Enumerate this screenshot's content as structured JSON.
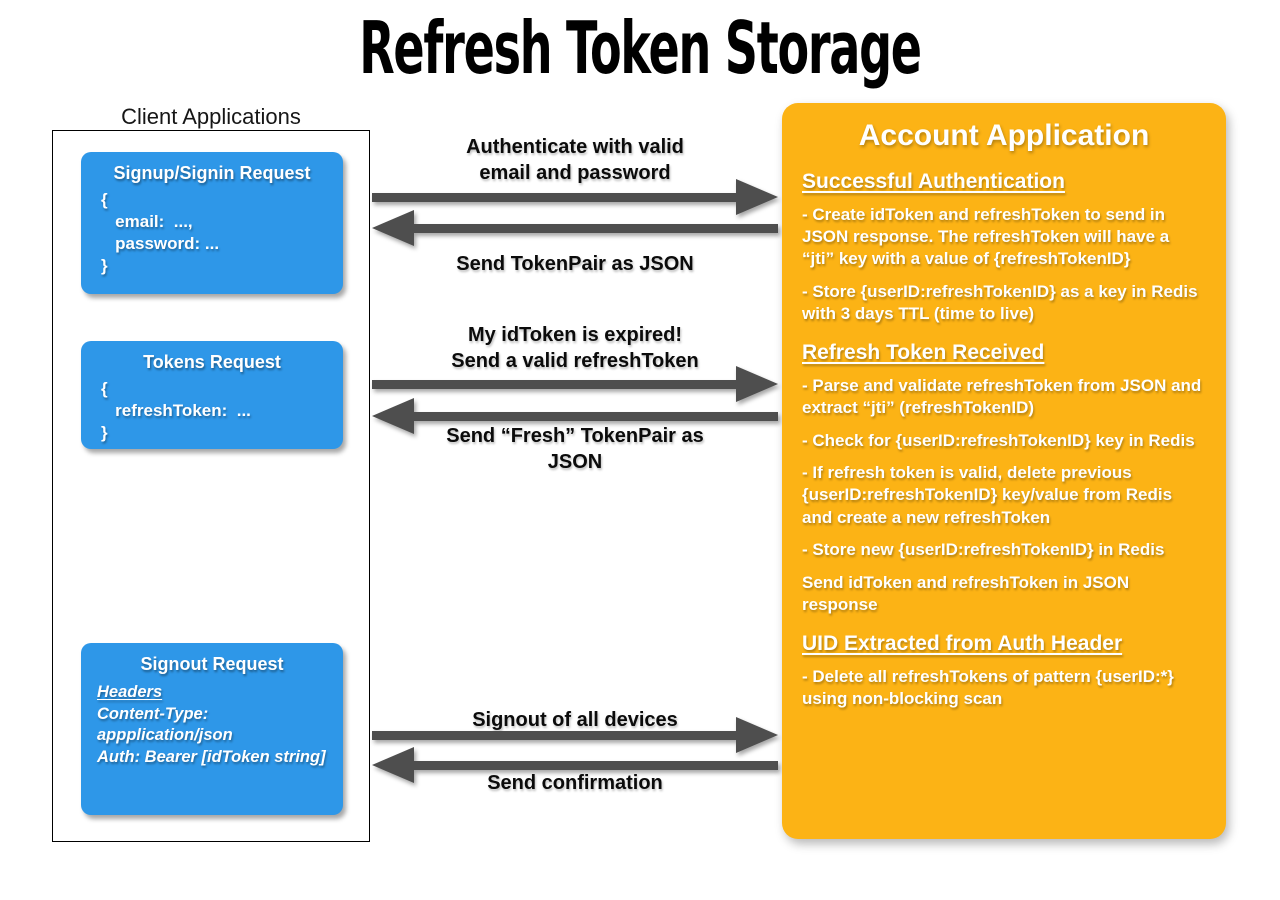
{
  "title": "Refresh Token Storage",
  "colors": {
    "client_box_blue": "#2E97E8",
    "account_panel_orange": "#FCB315",
    "arrow_gray": "#4E4E4E",
    "text_light": "#FFFFFF",
    "text_dark": "#000000"
  },
  "client": {
    "label": "Client Applications",
    "boxes": [
      {
        "title": "Signup/Signin Request",
        "body": "{\n   email:  ...,\n   password: ...\n}"
      },
      {
        "title": "Tokens Request",
        "body": "{\n   refreshToken:  ...\n}"
      },
      {
        "title": "Signout Request",
        "headers_label": "Headers",
        "body": "Content-Type:\nappplication/json\nAuth: Bearer [idToken string]"
      }
    ]
  },
  "flows": [
    {
      "request": "Authenticate with valid\nemail and password",
      "response": "Send TokenPair as JSON"
    },
    {
      "request": "My idToken is expired!\nSend a valid refreshToken",
      "response": "Send “Fresh” TokenPair as\nJSON"
    },
    {
      "request": "Signout of all devices",
      "response": "Send confirmation"
    }
  ],
  "account": {
    "title": "Account Application",
    "sections": [
      {
        "heading": "Successful Authentication",
        "bullets": [
          "- Create idToken and refreshToken to send in JSON response.  The refreshToken will have a “jti” key with a value of {refreshTokenID}",
          "- Store {userID:refreshTokenID} as a key in Redis with 3 days TTL (time to live)"
        ]
      },
      {
        "heading": "Refresh Token Received",
        "bullets": [
          "- Parse and validate refreshToken from JSON and extract “jti” (refreshTokenID)",
          "- Check for {userID:refreshTokenID} key in Redis",
          "- If refresh token is valid, delete previous {userID:refreshTokenID}  key/value from Redis and create a new refreshToken",
          "- Store new {userID:refreshTokenID}  in Redis",
          "Send idToken and refreshToken in JSON response"
        ]
      },
      {
        "heading": "UID Extracted from Auth Header",
        "bullets": [
          "- Delete all refreshTokens of pattern {userID:*} using non-blocking scan"
        ]
      }
    ]
  }
}
